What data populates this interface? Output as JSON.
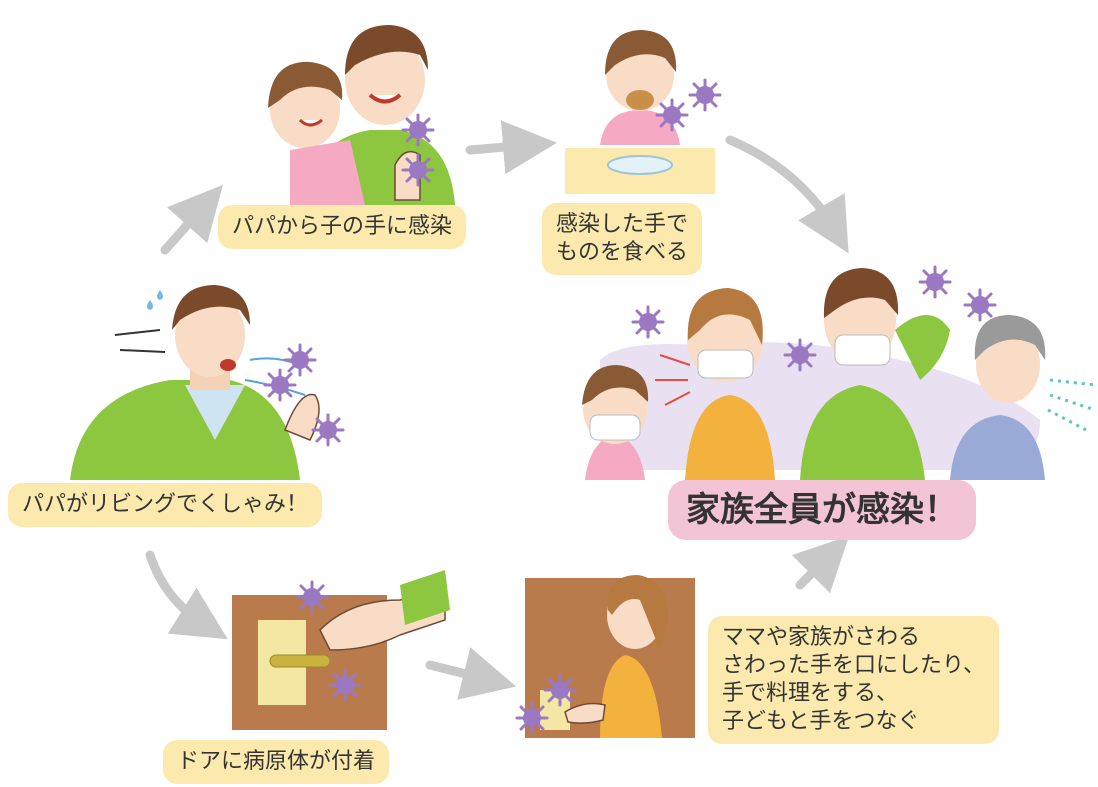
{
  "labels": {
    "sneeze": "パパがリビングでくしゃみ！",
    "papa_to_child": "パパから子の手に感染",
    "eat_line1": "感染した手で",
    "eat_line2": "ものを食べる",
    "family_infected": "家族全員が感染！",
    "door": "ドアに病原体が付着",
    "touch_line1": "ママや家族がさわる",
    "touch_line2": "さわった手を口にしたり、",
    "touch_line3": "手で料理をする、",
    "touch_line4": "子どもと手をつなぐ"
  },
  "colors": {
    "label_yellow": "#fbe9ad",
    "label_pink": "#f3c4d6",
    "virus": "#9b78c2",
    "shirt_green": "#8dc63f",
    "door_brown": "#b97a4c",
    "arrow_gray": "#c8c8c8"
  },
  "icons": [
    "virus-icon",
    "sneeze-drops-icon",
    "flow-arrow"
  ]
}
